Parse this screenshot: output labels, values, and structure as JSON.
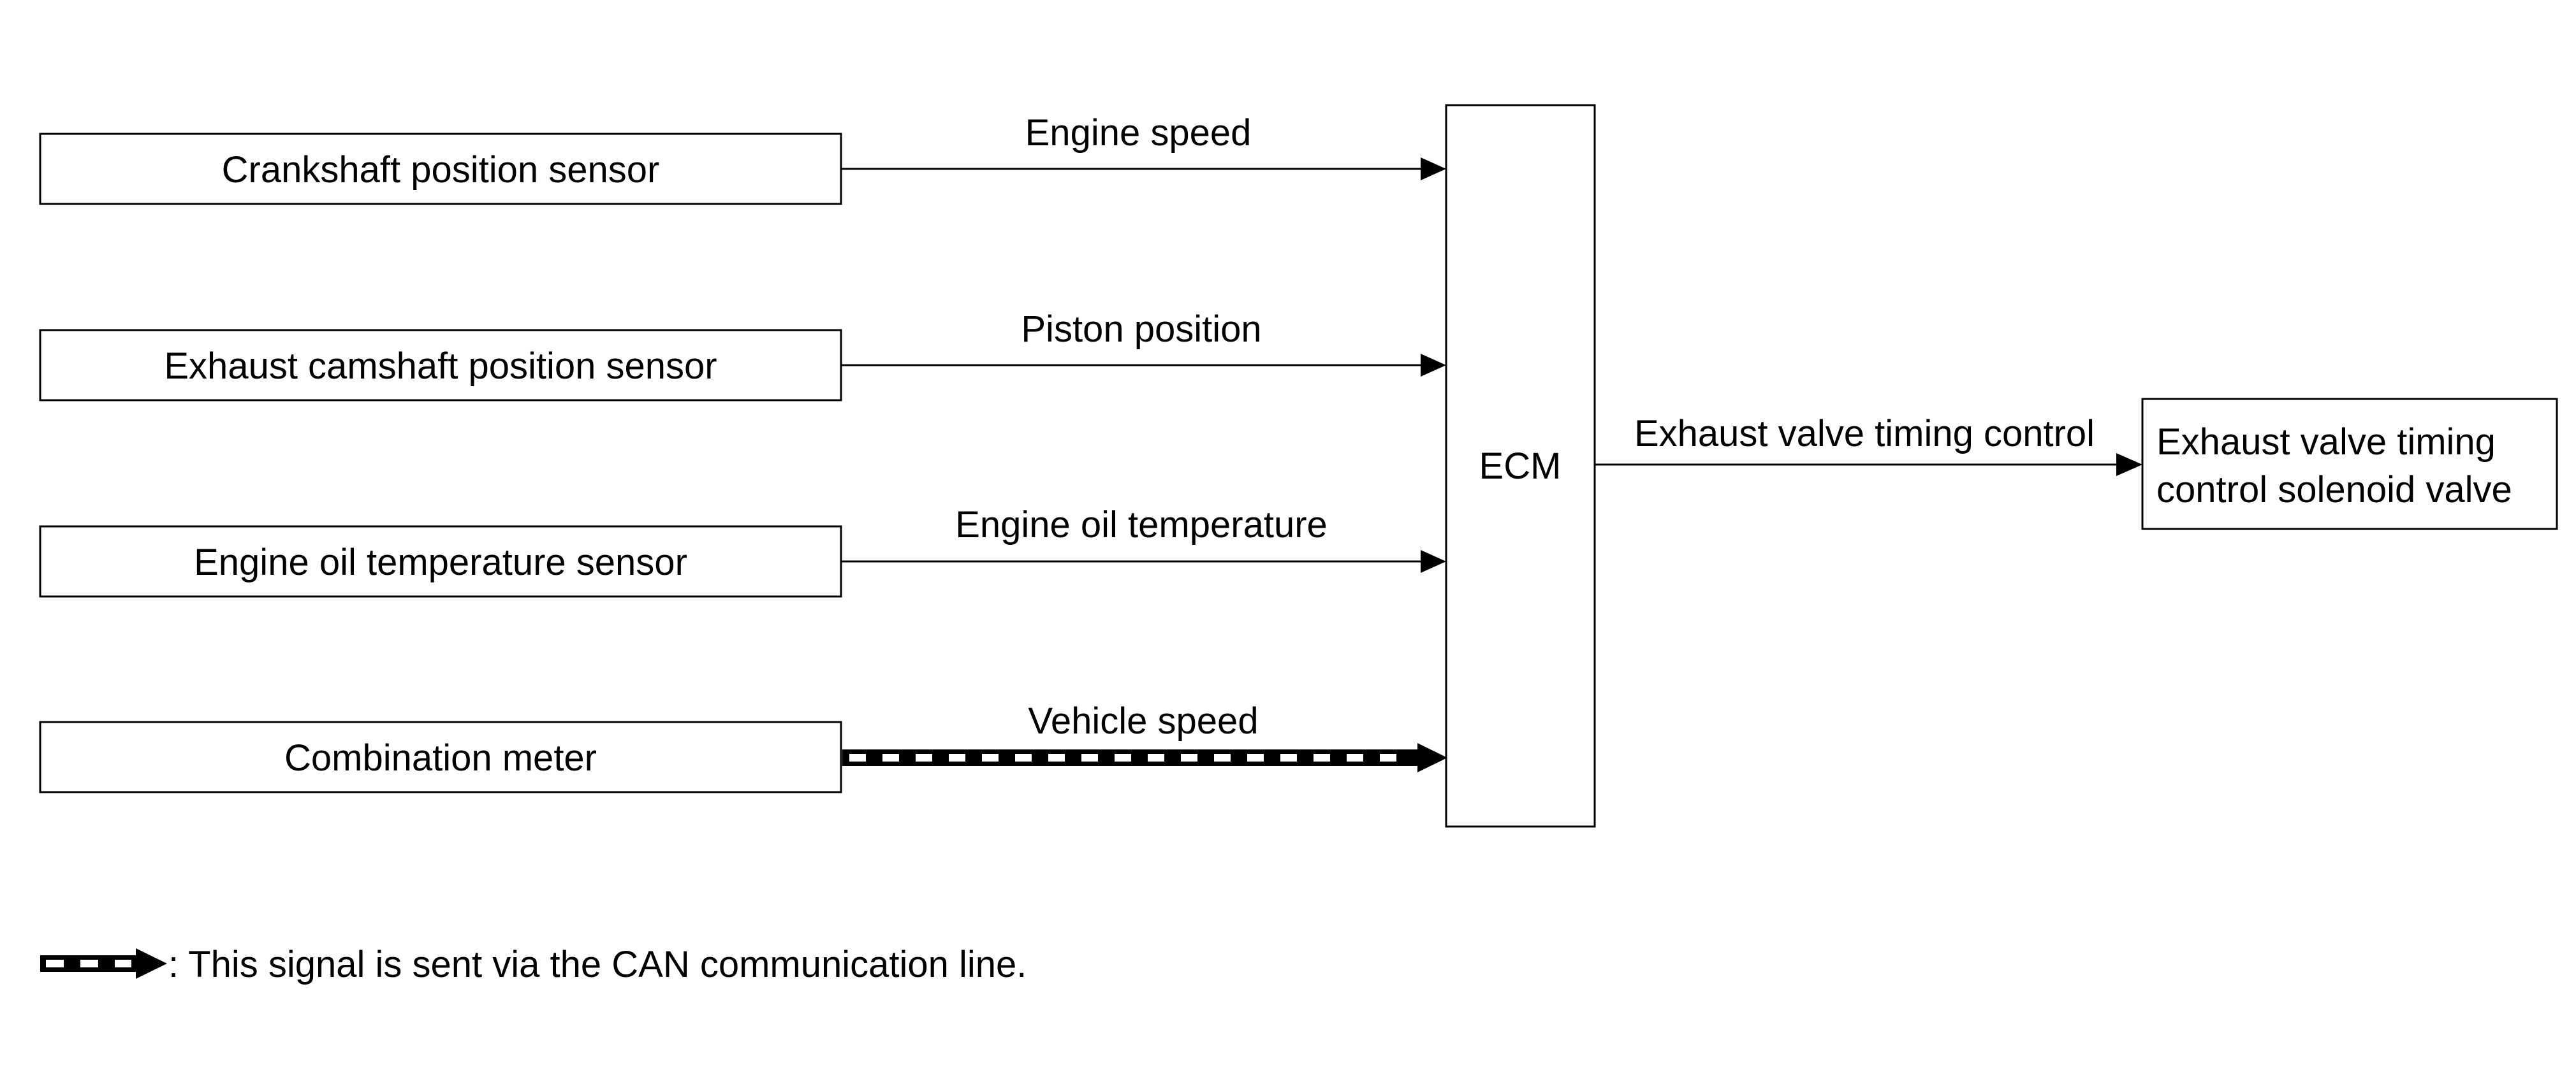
{
  "inputs": [
    {
      "name": "Crankshaft position sensor",
      "signal": "Engine speed",
      "can": false
    },
    {
      "name": "Exhaust camshaft position sensor",
      "signal": "Piston position",
      "can": false
    },
    {
      "name": "Engine oil temperature sensor",
      "signal": "Engine oil temperature",
      "can": false
    },
    {
      "name": "Combination meter",
      "signal": "Vehicle speed",
      "can": true
    }
  ],
  "ecm": {
    "label": "ECM"
  },
  "output": {
    "signal": "Exhaust valve timing control",
    "name_line1": "Exhaust valve timing",
    "name_line2": "control solenoid valve"
  },
  "legend": {
    "text": ": This signal is sent via the CAN communication line."
  },
  "colors": {
    "line": "#000000",
    "background": "#ffffff"
  }
}
